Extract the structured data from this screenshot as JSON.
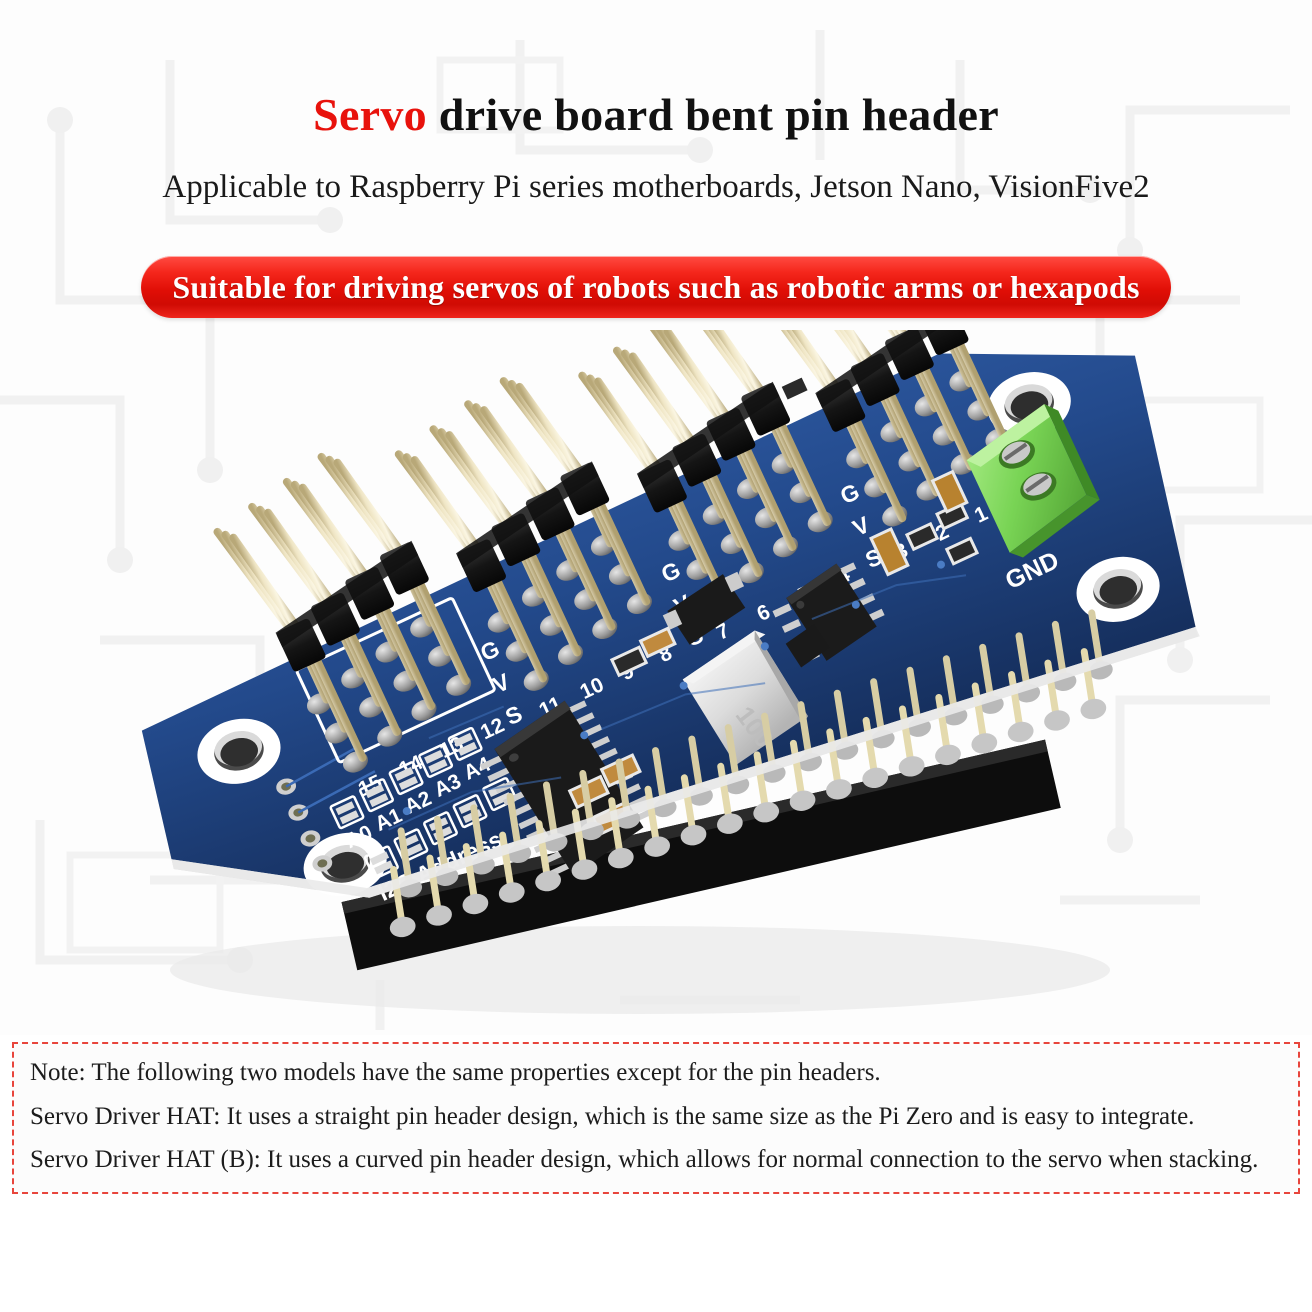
{
  "header": {
    "title_highlight": "Servo",
    "title_rest": " drive board bent pin header",
    "subtitle": "Applicable to Raspberry Pi series motherboards, Jetson Nano, VisionFive2",
    "banner_text": "Suitable for driving servos of robots such as robotic arms or hexapods",
    "highlight_color": "#e8120c",
    "banner_color": "#e00e06"
  },
  "product": {
    "alt": "Servo Driver HAT (B) PWM servo driver board with bent right-angle pin headers",
    "pcb_color": "#1e3f7a",
    "silkscreen_color": "#ffffff",
    "terminal_color": "#7ed957",
    "pin_gold": "#e8dcae",
    "header_black": "#151515",
    "channel_labels": [
      "15",
      "14",
      "13",
      "12",
      "11",
      "10",
      "9",
      "8",
      "7",
      "6",
      "5",
      "4",
      "3",
      "2",
      "1",
      "0"
    ],
    "bank_row_labels": [
      "G",
      "V",
      "S"
    ],
    "banks": [
      {
        "name": "bank-15-12",
        "channels": [
          "15",
          "14",
          "13",
          "12"
        ]
      },
      {
        "name": "bank-11-8",
        "channels": [
          "11",
          "10",
          "9",
          "8"
        ]
      },
      {
        "name": "bank-7-4",
        "channels": [
          "7",
          "6",
          "5",
          "4"
        ]
      },
      {
        "name": "bank-3-0",
        "channels": [
          "3",
          "2",
          "1",
          "0"
        ]
      }
    ],
    "i2c_jumper_labels": [
      "A0",
      "A1",
      "A2",
      "A3",
      "A4"
    ],
    "i2c_caption": "I2C Address",
    "terminal_label": "GND",
    "inductor_marking": "100"
  },
  "note": {
    "lines": [
      "Note: The following two models have the same properties except for the pin headers.",
      "Servo Driver HAT: It uses a straight pin header design, which is the same size as the Pi Zero and is easy to integrate.",
      "Servo Driver HAT (B): It uses a curved pin header design, which allows for normal connection to the servo when stacking."
    ],
    "border_color": "#e8453c"
  }
}
